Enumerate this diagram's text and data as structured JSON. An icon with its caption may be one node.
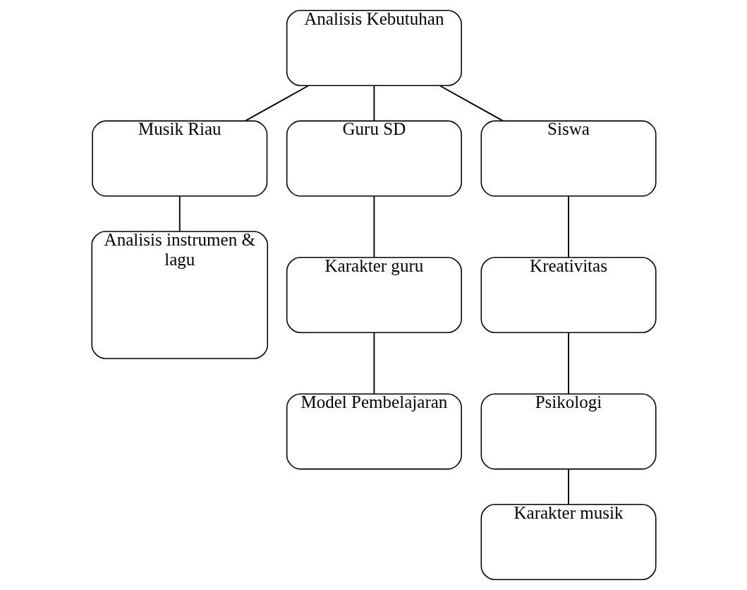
{
  "diagram": {
    "nodes": [
      {
        "text": [
          "Analisis Kebutuhan"
        ]
      },
      {
        "text": [
          "Musik Riau"
        ]
      },
      {
        "text": [
          "Guru SD"
        ]
      },
      {
        "text": [
          "Siswa"
        ]
      },
      {
        "text": [
          "Analisis instrumen & lagu"
        ]
      },
      {
        "text": [
          "Karakter guru"
        ]
      },
      {
        "text": [
          "Kreativitas"
        ]
      },
      {
        "text": [
          "Model Pembelajaran"
        ]
      },
      {
        "text": [
          "Psikologi"
        ]
      },
      {
        "text": [
          "Karakter musik"
        ]
      }
    ],
    "edges": [
      {
        "from": 0,
        "to": 1,
        "arrow": "none"
      },
      {
        "from": 0,
        "to": 2,
        "arrow": "none"
      },
      {
        "from": 0,
        "to": 3,
        "arrow": "none"
      },
      {
        "from": 1,
        "to": 4,
        "arrow": "none"
      },
      {
        "from": 2,
        "to": 5,
        "arrow": "none"
      },
      {
        "from": 3,
        "to": 6,
        "arrow": "none"
      },
      {
        "from": 5,
        "to": 7,
        "arrow": "none"
      },
      {
        "from": 6,
        "to": 8,
        "arrow": "none"
      },
      {
        "from": 8,
        "to": 9,
        "arrow": "none"
      }
    ]
  }
}
